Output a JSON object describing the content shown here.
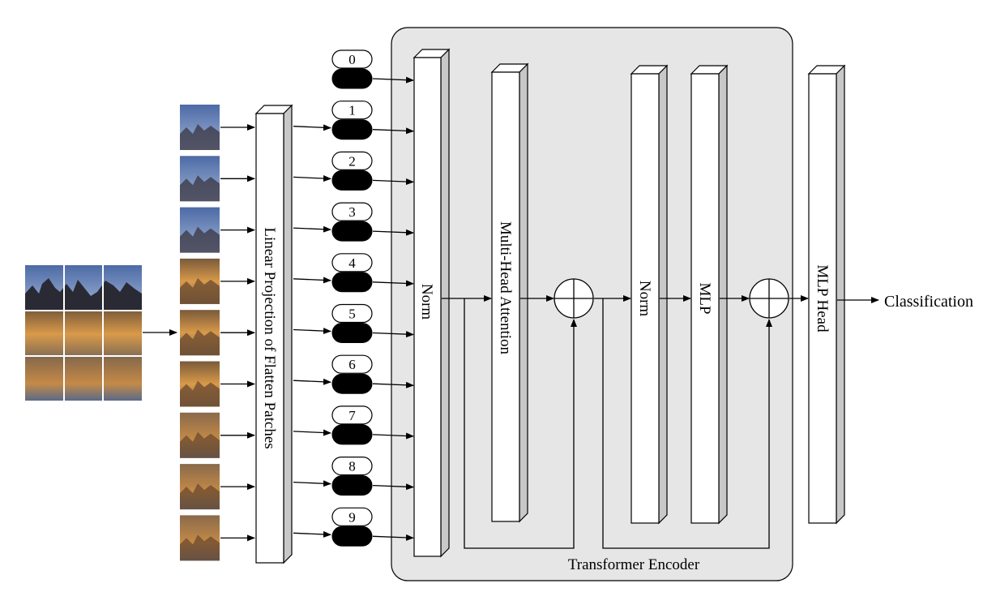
{
  "diagram": {
    "linear_projection_label": "Linear Projection of Flatten Patches",
    "encoder_label": "Transformer Encoder",
    "norm1_label": "Norm",
    "attention_label": "Multi-Head Attention",
    "norm2_label": "Norm",
    "mlp_label": "MLP",
    "mlp_head_label": "MLP Head",
    "output_label": "Classification",
    "position_indices": [
      "0",
      "1",
      "2",
      "3",
      "4",
      "5",
      "6",
      "7",
      "8",
      "9"
    ],
    "patch_count": 9,
    "colors": {
      "encoder_background": "#e6e6e6",
      "token_embedding": "#000000",
      "block_side": "#c8c8c8",
      "sky": "#5f7fb7",
      "facade_warm": "#c9893f"
    }
  }
}
